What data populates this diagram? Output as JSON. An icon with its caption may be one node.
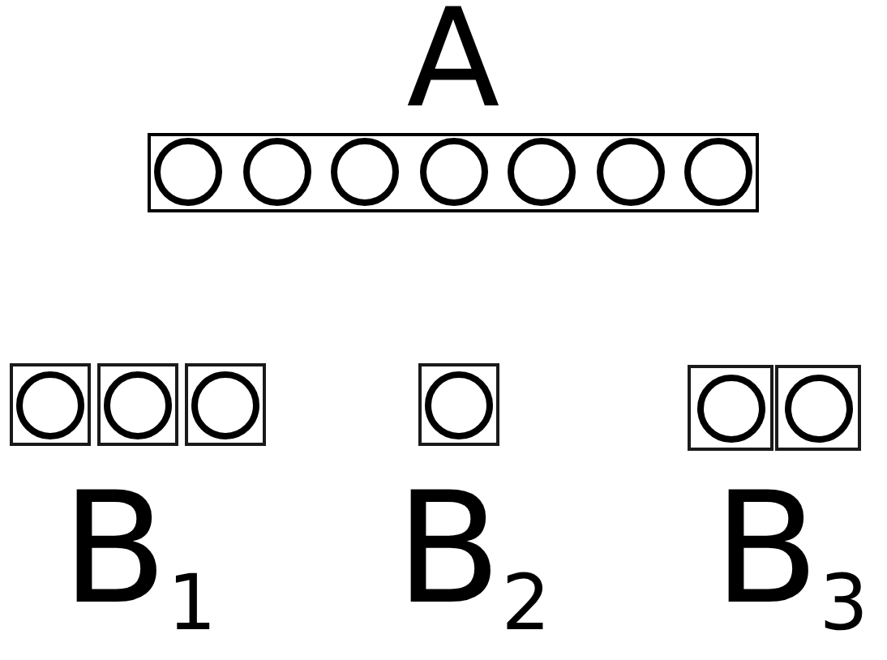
{
  "diagram": {
    "nodes": [
      {
        "text": [
          "A"
        ]
      },
      {
        "text": [],
        "shape": "circle",
        "in": 0
      },
      {
        "text": [],
        "shape": "circle",
        "in": 0
      },
      {
        "text": [],
        "shape": "circle",
        "in": 0
      },
      {
        "text": [],
        "shape": "circle",
        "in": 0
      },
      {
        "text": [],
        "shape": "circle",
        "in": 0
      },
      {
        "text": [],
        "shape": "circle",
        "in": 0
      },
      {
        "text": [],
        "shape": "circle",
        "in": 0
      },
      {
        "text": [],
        "shape": "box"
      },
      {
        "text": [],
        "shape": "circle",
        "in": 8
      },
      {
        "text": [],
        "shape": "box"
      },
      {
        "text": [],
        "shape": "circle",
        "in": 10
      },
      {
        "text": [],
        "shape": "box"
      },
      {
        "text": [],
        "shape": "circle",
        "in": 12
      },
      {
        "text": [],
        "shape": "box"
      },
      {
        "text": [],
        "shape": "circle",
        "in": 14
      },
      {
        "text": [],
        "shape": "box"
      },
      {
        "text": [],
        "shape": "circle",
        "in": 16
      },
      {
        "text": [],
        "shape": "box"
      },
      {
        "text": [],
        "shape": "circle",
        "in": 18
      }
    ],
    "labels": [
      "B$_{1}$",
      "B$_{2}$",
      "B$_{3}$"
    ]
  }
}
